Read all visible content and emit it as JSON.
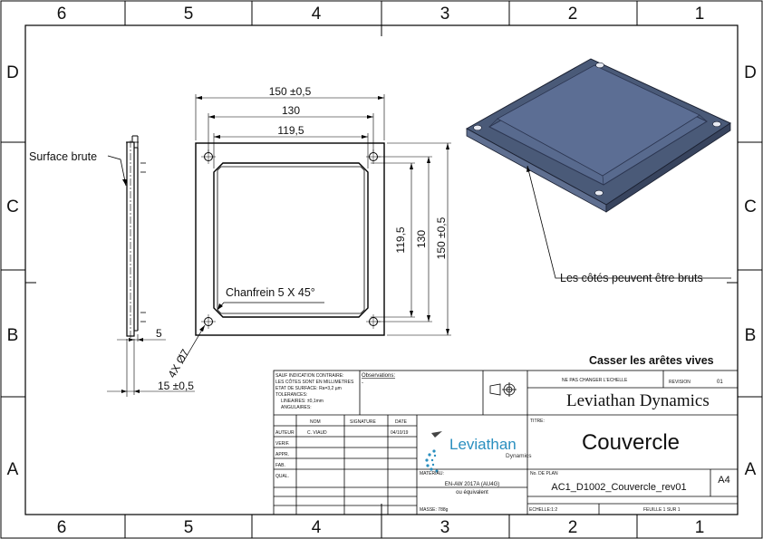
{
  "zones": {
    "cols": [
      "6",
      "5",
      "4",
      "3",
      "2",
      "1"
    ],
    "rows": [
      "D",
      "C",
      "B",
      "A"
    ]
  },
  "annotations": {
    "surface_brute": "Surface brute",
    "chamfer": "Chanfrein 5 X 45°",
    "sides_raw": "Les côtés peuvent être bruts",
    "holes": "4X Ø7",
    "break_edges": "Casser les arêtes vives"
  },
  "dimensions": {
    "overall_width": "150 ±0,5",
    "hole_spacing": "130",
    "inner_width": "119,5",
    "inner_height": "119,5",
    "hole_spacing_v": "130",
    "overall_height": "150 ±0,5",
    "step": "5",
    "thickness": "15 ±0,5"
  },
  "title_block": {
    "tol_lines": [
      "SAUF INDICATION CONTRAIRE:",
      "LES CÔTES SONT EN MILLIMETRES",
      "ETAT DE SURFACE: Ra=3,2 µm",
      "TOLERANCES:",
      "LINEAIRES: ±0,1mm",
      "ANGULAIRES:"
    ],
    "observations_label": "Observations:",
    "observations_value": "-",
    "header_nom": "NOM",
    "header_signature": "SIGNATURE",
    "header_date": "DATE",
    "row_labels": [
      "AUTEUR",
      "VERIF.",
      "APPR.",
      "FAB.",
      "QUAL."
    ],
    "author_name": "C. VIAUD",
    "author_date": "04/10/19",
    "do_not_scale": "NE PAS CHANGER L'ECHELLE",
    "revision_label": "REVISION",
    "revision_value": "01",
    "company": "Leviathan Dynamics",
    "titre_label": "TITRE:",
    "title": "Couvercle",
    "materiau_label": "MATERIAU:",
    "material_line1": "EN-AW 2017A (AU4G)",
    "material_line2": "ou équivalent",
    "drawing_no_label": "No. DE PLAN",
    "drawing_no": "AC1_D1002_Couvercle_rev01",
    "sheet_size": "A4",
    "mass": "MASSE: 788g",
    "scale": "ECHELLE:1:2",
    "sheet": "FEUILLE 1 SUR 1",
    "logo_main": "Leviathan",
    "logo_sub": "Dynamics"
  }
}
